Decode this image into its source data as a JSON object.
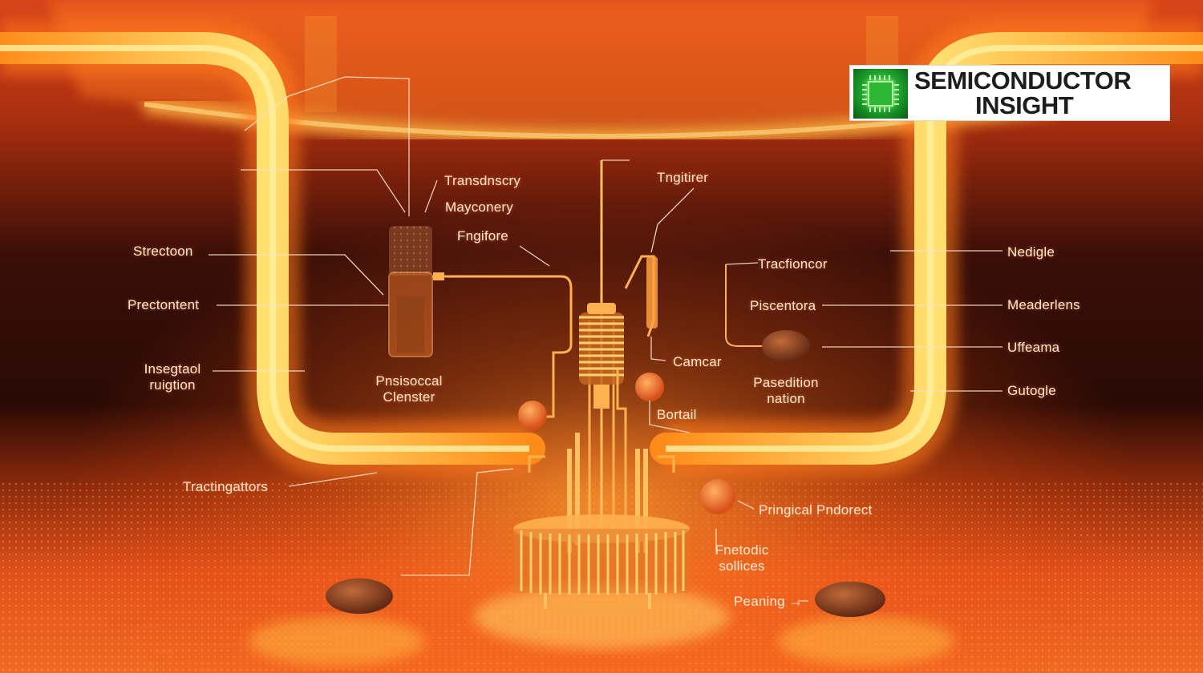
{
  "logo": {
    "line1": "SEMICONDUCTOR",
    "line2": "INSIGHT",
    "icon": "microchip-icon"
  },
  "labels": {
    "transdnscry": "Transdnscry",
    "mayconery": "Mayconery",
    "fngifore": "Fngifore",
    "tngitirer": "Tngitirer",
    "strectoon": "Strectoon",
    "prectontent": "Prectontent",
    "insegtaol_line1": "Insegtaol",
    "insegtaol_line2": "ruigtion",
    "pnsisoccal_line1": "Pnsisoccal",
    "pnsisoccal_line2": "Clenster",
    "tracfioncor": "Tracfioncor",
    "piscentora": "Piscentora",
    "camcar": "Camcar",
    "pasedition_line1": "Pasedition",
    "pasedition_line2": "nation",
    "bortail": "Bortail",
    "nedigle": "Nedigle",
    "meaderlens": "Meaderlens",
    "uffeama": "Uffeama",
    "gutogle": "Gutogle",
    "tractingattors": "Tractingattors",
    "pringical_pndorect": "Pringical Pndorect",
    "fnetodic_line1": "Fnetodic",
    "fnetodic_line2": "sollices",
    "peaning": "Peaning →"
  },
  "colors": {
    "background_dark": "#1a0603",
    "glow_orange": "#ff8a1a",
    "tube_yellow": "#ffc640",
    "floor_orange": "#e4521a",
    "label_text": "#ffe9d6",
    "logo_green": "#1a9c2a"
  }
}
